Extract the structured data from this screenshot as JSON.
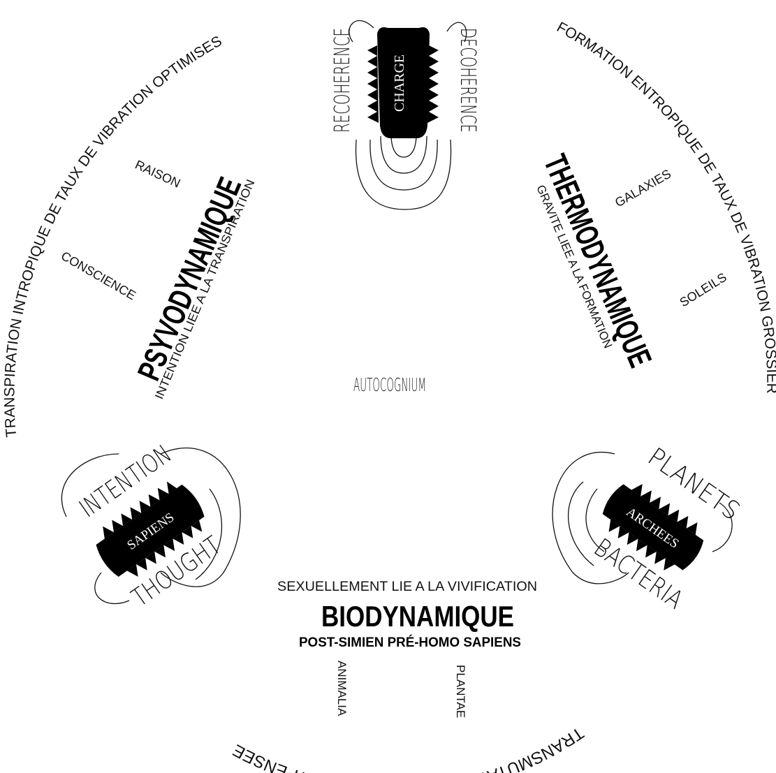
{
  "diagram": {
    "center_label": "AUTOCOGNIUM",
    "outer_arcs": {
      "left": "TRANSPIRATION INTROPIQUE DE TAUX DE VIBRATION OPTIMISES",
      "right": "FORMATION ENTROPIQUE DE TAUX DE VIBRATION GROSSIERS",
      "bottom": "TRANSMUTATION DES MINERAUX A PENSEE"
    },
    "top_node": {
      "core": "CHARGE",
      "left_word": "RECOHERENCE",
      "right_word": "DECOHERENCE"
    },
    "left_node": {
      "core": "SAPIENS",
      "top_word": "INTENTION",
      "bottom_word": "THOUGHT"
    },
    "right_node": {
      "core": "ARCHEES",
      "top_word": "PLANETS",
      "bottom_word": "BACTERIA"
    },
    "psy": {
      "title": "PSYVODYNAMIQUE",
      "subtitle": "INTENTION LIEE A LA TRANSPIRATION",
      "items": [
        "RAISON",
        "CONSCIENCE"
      ]
    },
    "thermo": {
      "title": "THERMODYNAMIQUE",
      "subtitle": "GRAVITE LIEE A LA FORMATION",
      "items": [
        "GALAXIES",
        "SOLEILS"
      ]
    },
    "bio": {
      "pretitle": "SEXUELLEMENT LIE A LA VIVIFICATION",
      "title": "BIODYNAMIQUE",
      "subtitle": "POST-SIMIEN PRÉ-HOMO SAPIENS",
      "items": [
        "ANIMALIA",
        "PLANTAE"
      ]
    }
  }
}
